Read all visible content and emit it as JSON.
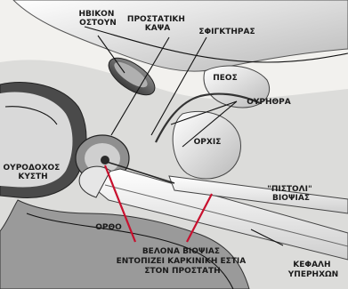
{
  "labels": {
    "pubic_bone": [
      "ΗΒΙΚΟΝ",
      "ΟΣΤΟΥΝ"
    ],
    "prostate_capsule": [
      "ΠΡΟΣΤΑΤΙΚΗ",
      "ΚΑΨΑ"
    ],
    "sphincter": "ΣΦΙΓΚΤΗΡΑΣ",
    "penis": "ΠΕΟΣ",
    "urethra": "ΟΥΡΗΘΡΑ",
    "testis": "ΟΡΧΙΣ",
    "bladder": [
      "ΟΥΡΟΔΟΧΟΣ",
      "ΚΥΣΤΗ"
    ],
    "rectum": "ΟΡΘΟ",
    "biopsy_gun": [
      "\"ΠΙΣΤΟΛΙ\"",
      "ΒΙΟΨΙΑΣ"
    ],
    "needle_caption": [
      "ΒΕΛΟΝΑ ΒΙΟΨΙΑΣ",
      "ΕΝΤΟΠΙΖΕΙ ΚΑΡΚΙΝΙΚΗ ΕΣΤΙΑ",
      "ΣΤΟΝ ΠΡΟΣΤΑΤΗ"
    ],
    "ultrasound_head": [
      "ΚΕΦΑΛΗ",
      "ΥΠΕΡΗΧΩΝ"
    ]
  },
  "colors": {
    "needle_lines": "#c8102e",
    "ink": "#111111",
    "background": "#f2f1ee"
  }
}
